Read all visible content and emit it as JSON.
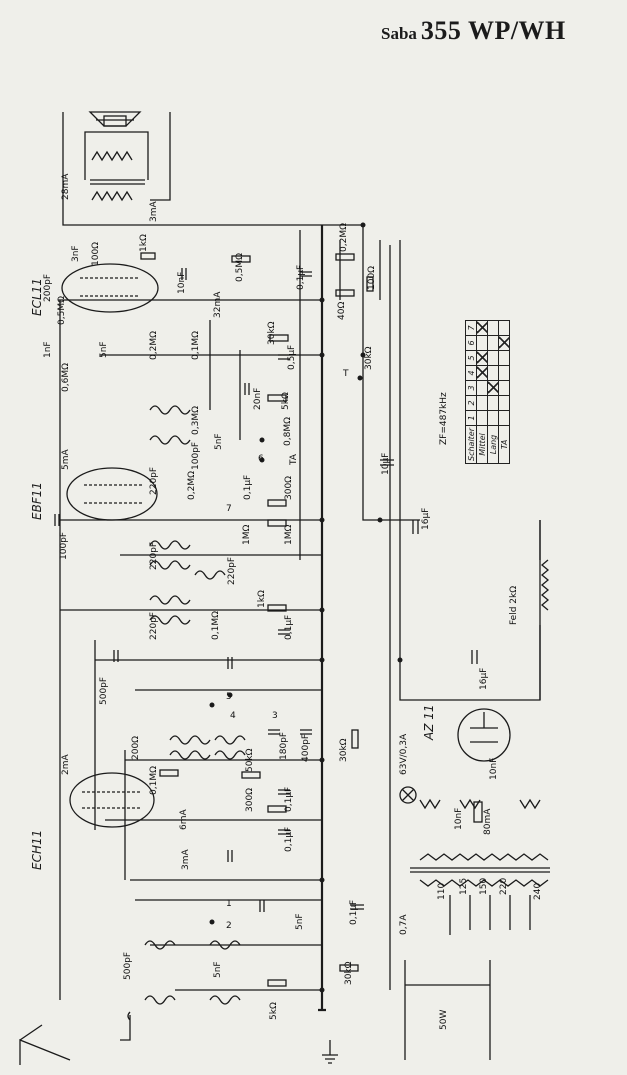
{
  "title": {
    "maker": "Saba",
    "model": "355 WP/WH"
  },
  "tubes": {
    "ecl11": "ECL11",
    "ebf11": "EBF11",
    "ech11": "ECH11",
    "az11": "AZ 11"
  },
  "labels": {
    "i28mA": "28mA",
    "i3mA_top": "3mA",
    "c3nF": "3nF",
    "r100": "100Ω",
    "r1k_a": "1kΩ",
    "r05M": "0,5MΩ",
    "r02M_top": "0,2MΩ",
    "c200pF_a": "200pF",
    "r05M_b": "0,5MΩ",
    "c10nF_a": "10nF",
    "c01uF_a": "0,1µF",
    "i32mA": "32mA",
    "r100_b": "100Ω",
    "r40": "40Ω",
    "c1nF": "1nF",
    "c5nF_a": "5nF",
    "r06M": "0,6MΩ",
    "r02M_b": "0,2MΩ",
    "r01M": "0,1MΩ",
    "r30k_a": "30kΩ",
    "c05uF": "0,5µF",
    "r30k_b": "30kΩ",
    "c20nF": "20nF",
    "r5k": "5kΩ",
    "r03M": "0,3MΩ",
    "c100pF_a": "100pF",
    "c5nF_b": "5nF",
    "r08M": "0,8MΩ",
    "sw_T": "T",
    "sw_TA": "TA",
    "c10uF_a": "10µF",
    "i5mA": "5mA",
    "c220pF_a": "220pF",
    "r02M_c": "0,2MΩ",
    "c01uF_b": "0,1µF",
    "r300": "300Ω",
    "c100pF_b": "100pF",
    "c16uF_a": "16µF",
    "r1M_a": "1MΩ",
    "r1M_b": "1MΩ",
    "c220pF_b": "220pF",
    "c220pF_c": "220pF",
    "c220pF_d": "220pF",
    "r1k_b": "1kΩ",
    "c01uF_c": "0,1µF",
    "r01M_b": "0,1MΩ",
    "feld": "Feld 2kΩ",
    "c500pF_a": "500pF",
    "c16uF_b": "16µF",
    "r200": "200Ω",
    "r01M_c": "0,1MΩ",
    "r50k": "50kΩ",
    "c180pF": "180pF",
    "c400pF": "400pF",
    "r30k_c": "30kΩ",
    "fuse_063": "63V/0,3A",
    "c10nF_b": "10nF",
    "c10nF_c": "10nF",
    "i80mA": "80mA",
    "i2mA": "2mA",
    "r300_b": "300Ω",
    "c01uF_d": "0,1µF",
    "c01uF_e": "0,1µF",
    "i6mA": "6mA",
    "i3mA": "3mA",
    "v110": "110",
    "v125": "125",
    "v150": "150",
    "v220": "220",
    "v240": "240",
    "fuse_07": "0,7A",
    "c01uF_f": "0,1µF",
    "c500pF_b": "500pF",
    "c5nF_c": "5nF",
    "c5nF_d": "5nF",
    "r5k_b": "5kΩ",
    "r30k_d": "30kΩ",
    "p50W": "50W",
    "zf": "ZF=487kHz",
    "sw1": "1",
    "sw2": "2",
    "sw3": "3",
    "sw4": "4",
    "sw5": "5",
    "sw6": "6",
    "sw7": "7"
  },
  "switch_table": {
    "header": [
      "Schalter",
      "1",
      "2",
      "3",
      "4",
      "5",
      "6",
      "7"
    ],
    "rows": [
      {
        "name": "Mittel",
        "marks": [
          false,
          false,
          false,
          true,
          true,
          false,
          true
        ]
      },
      {
        "name": "Lang",
        "marks": [
          false,
          false,
          true,
          false,
          false,
          false,
          false
        ]
      },
      {
        "name": "TA",
        "marks": [
          false,
          false,
          false,
          false,
          false,
          true,
          false
        ]
      }
    ]
  }
}
